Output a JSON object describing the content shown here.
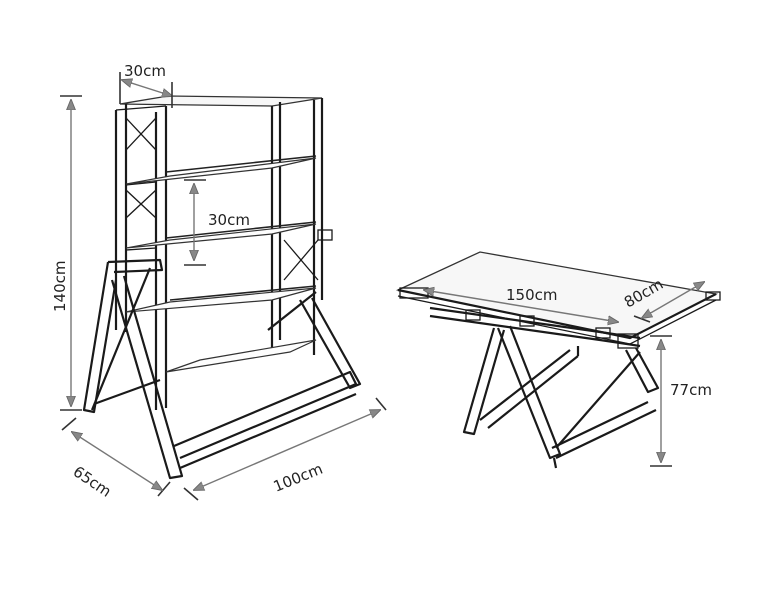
{
  "dimensions": {
    "shelf_depth": "30cm",
    "shelf_spacing": "30cm",
    "shelf_height": "140cm",
    "shelf_base_depth": "65cm",
    "shelf_width": "100cm",
    "table_length": "150cm",
    "table_width": "80cm",
    "table_height": "77cm"
  }
}
